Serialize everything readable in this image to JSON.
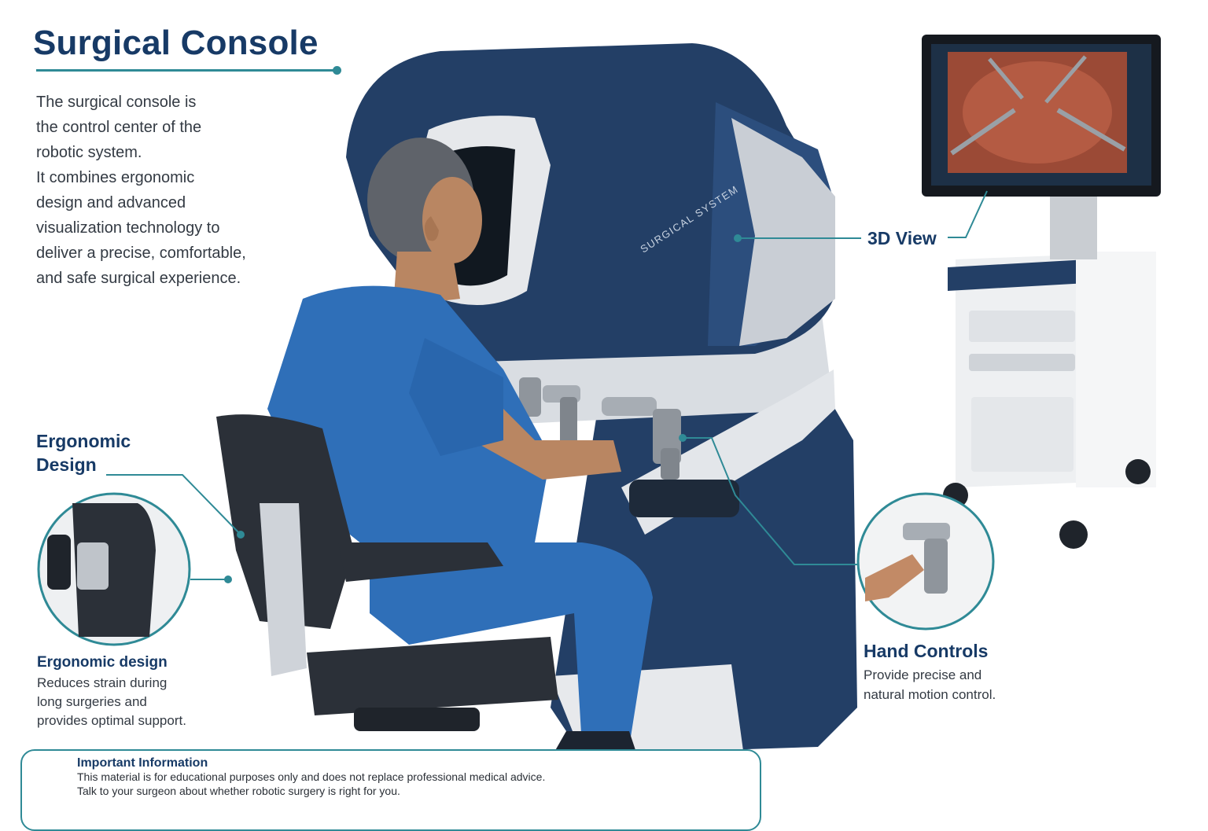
{
  "title": "Surgical Console",
  "intro": [
    "The surgical console is",
    "the control center of the",
    "robotic system.",
    "It combines ergonomic",
    "design and advanced",
    "visualization technology to",
    "deliver a precise, comfortable,",
    "and safe surgical experience."
  ],
  "console_branding": "SURGICAL SYSTEM",
  "labels": {
    "ergonomic_heading_1": "Ergonomic",
    "ergonomic_heading_2": "Design",
    "view_3d": "3D View",
    "hand_controls": "Hand Controls",
    "hand_controls_desc_1": "Provide precise and",
    "hand_controls_desc_2": "natural motion control.",
    "ergonomic_sub": "Ergonomic design",
    "ergonomic_desc_1": "Reduces strain during",
    "ergonomic_desc_2": "long surgeries and",
    "ergonomic_desc_3": "provides optimal support."
  },
  "info": {
    "title": "Important Information",
    "line1": "This material is for educational purposes only and does not replace professional medical advice.",
    "line2": "Talk to your surgeon about whether robotic surgery is right for you."
  },
  "colors": {
    "title": "#173a66",
    "accent": "#2f8a96",
    "console_navy": "#233f66",
    "scrubs": "#2f6fb8"
  }
}
